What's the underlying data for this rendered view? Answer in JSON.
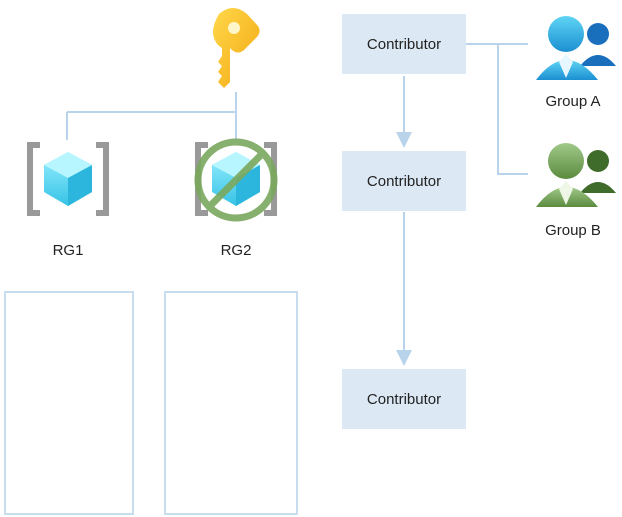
{
  "key_icon": "key-icon",
  "resource_groups": [
    {
      "label": "RG1",
      "icon": "resource-group-icon",
      "blocked": false
    },
    {
      "label": "RG2",
      "icon": "resource-group-icon",
      "blocked": true
    }
  ],
  "roles": [
    {
      "label": "Contributor"
    },
    {
      "label": "Contributor"
    },
    {
      "label": "Contributor"
    }
  ],
  "groups": [
    {
      "label": "Group A",
      "icon": "user-group-icon",
      "color": "#1e88d6"
    },
    {
      "label": "Group B",
      "icon": "user-group-icon",
      "color": "#5f8f45"
    }
  ],
  "resources": {
    "rg1": [
      {
        "icon": "virtual-machine-icon",
        "blocked": true
      },
      {
        "icon": "storage-account-icon",
        "blocked": false
      }
    ],
    "rg2": [
      {
        "icon": "app-service-icon",
        "blocked": false
      },
      {
        "icon": "sql-database-icon",
        "blocked": true
      }
    ]
  },
  "colors": {
    "connector": "#b9d3ea",
    "role_fill": "#dce8f4",
    "blocked_green": "#7aa85e",
    "blocked_red": "#e8352a",
    "blocked_blue": "#6b8fc8"
  }
}
